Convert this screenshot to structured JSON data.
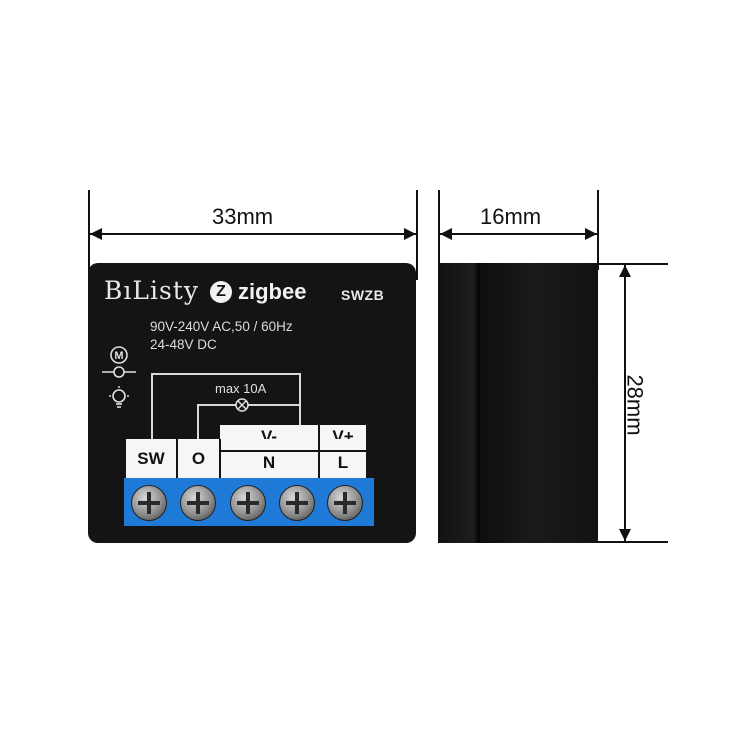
{
  "dimensions": {
    "width": "33mm",
    "depth": "16mm",
    "height": "28mm"
  },
  "device": {
    "brand": "BıListy",
    "protocol": "zigbee",
    "model": "SWZB",
    "spec_ac": "90V-240V AC,50 / 60Hz",
    "spec_dc": "24-48V DC",
    "max_load": "max 10A",
    "terminals": {
      "sw": "SW",
      "o": "O",
      "v_minus": "V-",
      "n": "N",
      "v_plus": "V+",
      "l": "L"
    },
    "icons": [
      "motor-icon",
      "switch-icon",
      "lightbulb-icon",
      "load-icon",
      "terminal-screw-icon"
    ],
    "colors": {
      "housing": "#141414",
      "terminal_block": "#1e7ad6",
      "label_panel": "#f6f6f6"
    }
  }
}
